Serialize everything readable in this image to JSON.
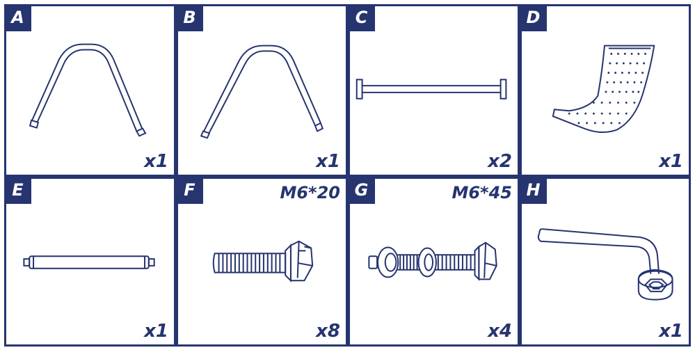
{
  "colors": {
    "line": "#26346f",
    "background": "#ffffff"
  },
  "parts": [
    {
      "letter": "A",
      "quantity": "x1",
      "spec": "",
      "icon": "a-frame-tube-icon"
    },
    {
      "letter": "B",
      "quantity": "x1",
      "spec": "",
      "icon": "a-frame-tube-icon"
    },
    {
      "letter": "C",
      "quantity": "x2",
      "spec": "",
      "icon": "cross-bar-icon"
    },
    {
      "letter": "D",
      "quantity": "x1",
      "spec": "",
      "icon": "mesh-seat-icon"
    },
    {
      "letter": "E",
      "quantity": "x1",
      "spec": "",
      "icon": "axle-rod-icon"
    },
    {
      "letter": "F",
      "quantity": "x8",
      "spec": "M6*20",
      "icon": "hex-bolt-icon"
    },
    {
      "letter": "G",
      "quantity": "x4",
      "spec": "M6*45",
      "icon": "bolt-with-spacers-icon"
    },
    {
      "letter": "H",
      "quantity": "x1",
      "spec": "",
      "icon": "l-wrench-icon"
    }
  ]
}
